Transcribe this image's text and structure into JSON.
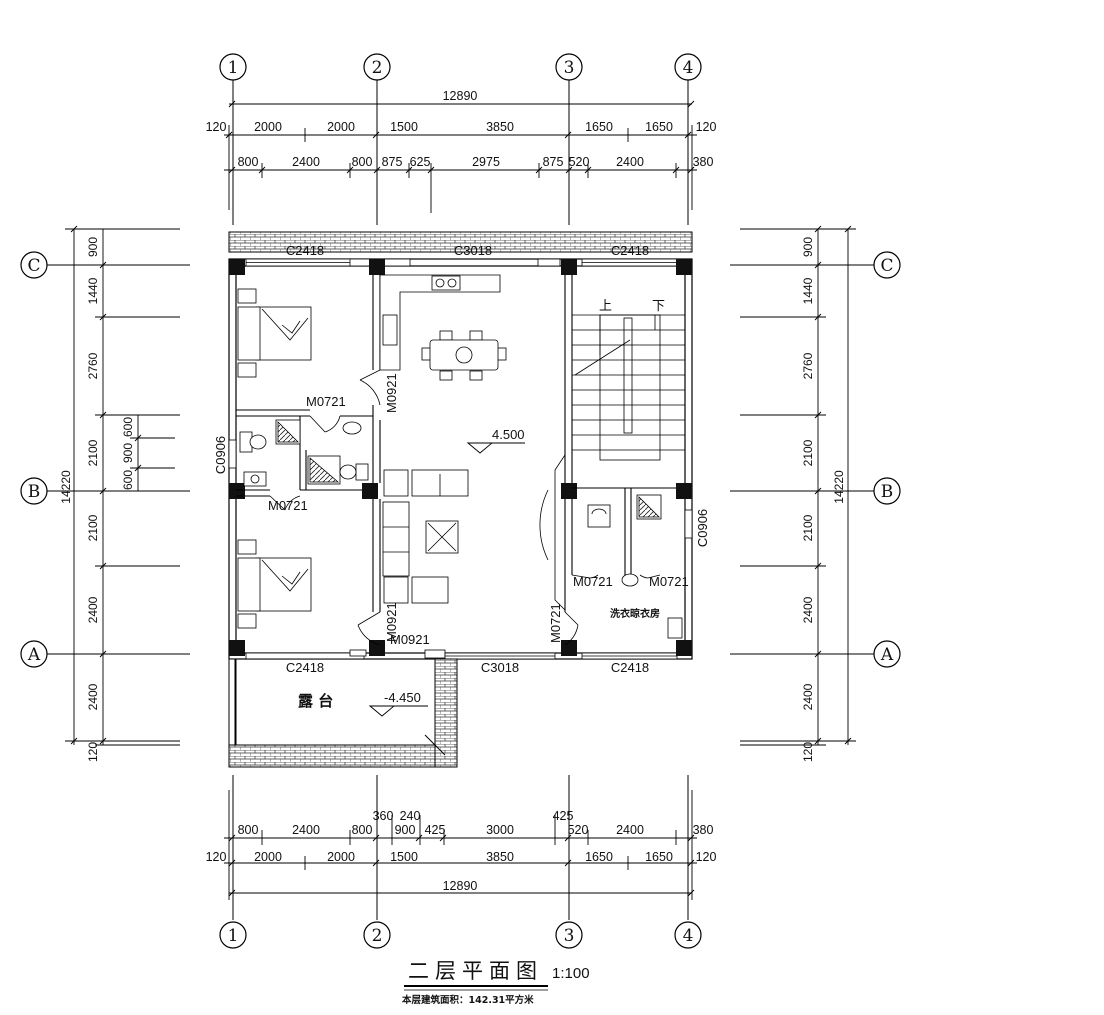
{
  "axes": {
    "vertical": [
      "1",
      "2",
      "3",
      "4"
    ],
    "horizontal": [
      "C",
      "B",
      "A"
    ]
  },
  "top": {
    "total": "12890",
    "row1": [
      "120",
      "2000",
      "2000",
      "1500",
      "3850",
      "1650",
      "1650",
      "120"
    ],
    "row2": [
      "800",
      "2400",
      "800",
      "875",
      "625",
      "2975",
      "875",
      "520",
      "2400",
      "380"
    ]
  },
  "bottom": {
    "total": "12890",
    "row1": [
      "120",
      "2000",
      "2000",
      "1500",
      "3850",
      "1650",
      "1650",
      "120"
    ],
    "row2": [
      "800",
      "2400",
      "800",
      "900",
      "425",
      "3000",
      "520",
      "2400",
      "380"
    ],
    "row2_upper": [
      "360",
      "240",
      "425"
    ]
  },
  "left": {
    "total": "14220",
    "segments": [
      "900",
      "1440",
      "2760",
      "2100",
      "2100",
      "2400",
      "2400",
      "120"
    ],
    "window_sub": [
      "600",
      "900",
      "600"
    ]
  },
  "right": {
    "total": "14220",
    "segments": [
      "900",
      "1440",
      "2760",
      "2100",
      "2100",
      "2400",
      "2400",
      "120"
    ]
  },
  "windows": {
    "top_left": "C2418",
    "top_mid": "C3018",
    "top_right": "C2418",
    "bottom_left": "C2418",
    "bottom_mid": "C3018",
    "bottom_right": "C2418",
    "west_bath": "C0906",
    "east_bath": "C0906"
  },
  "doors": {
    "bed1": "M0921",
    "bath_upper": "M0721",
    "bath_lower": "M0721",
    "bed2": "M0921",
    "balcony": "M0921",
    "stair_room": "M0721",
    "toilet1": "M0721",
    "toilet2": "M0721"
  },
  "levels": {
    "floor": "4.500",
    "terrace": "-4.450"
  },
  "stair": {
    "up": "上",
    "down": "下"
  },
  "rooms": {
    "terrace": "露  台",
    "laundry": "洗衣晾衣房"
  },
  "title": {
    "main": "二层平面图",
    "scale": "1:100",
    "area": "本层建筑面积：142.31平方米"
  }
}
